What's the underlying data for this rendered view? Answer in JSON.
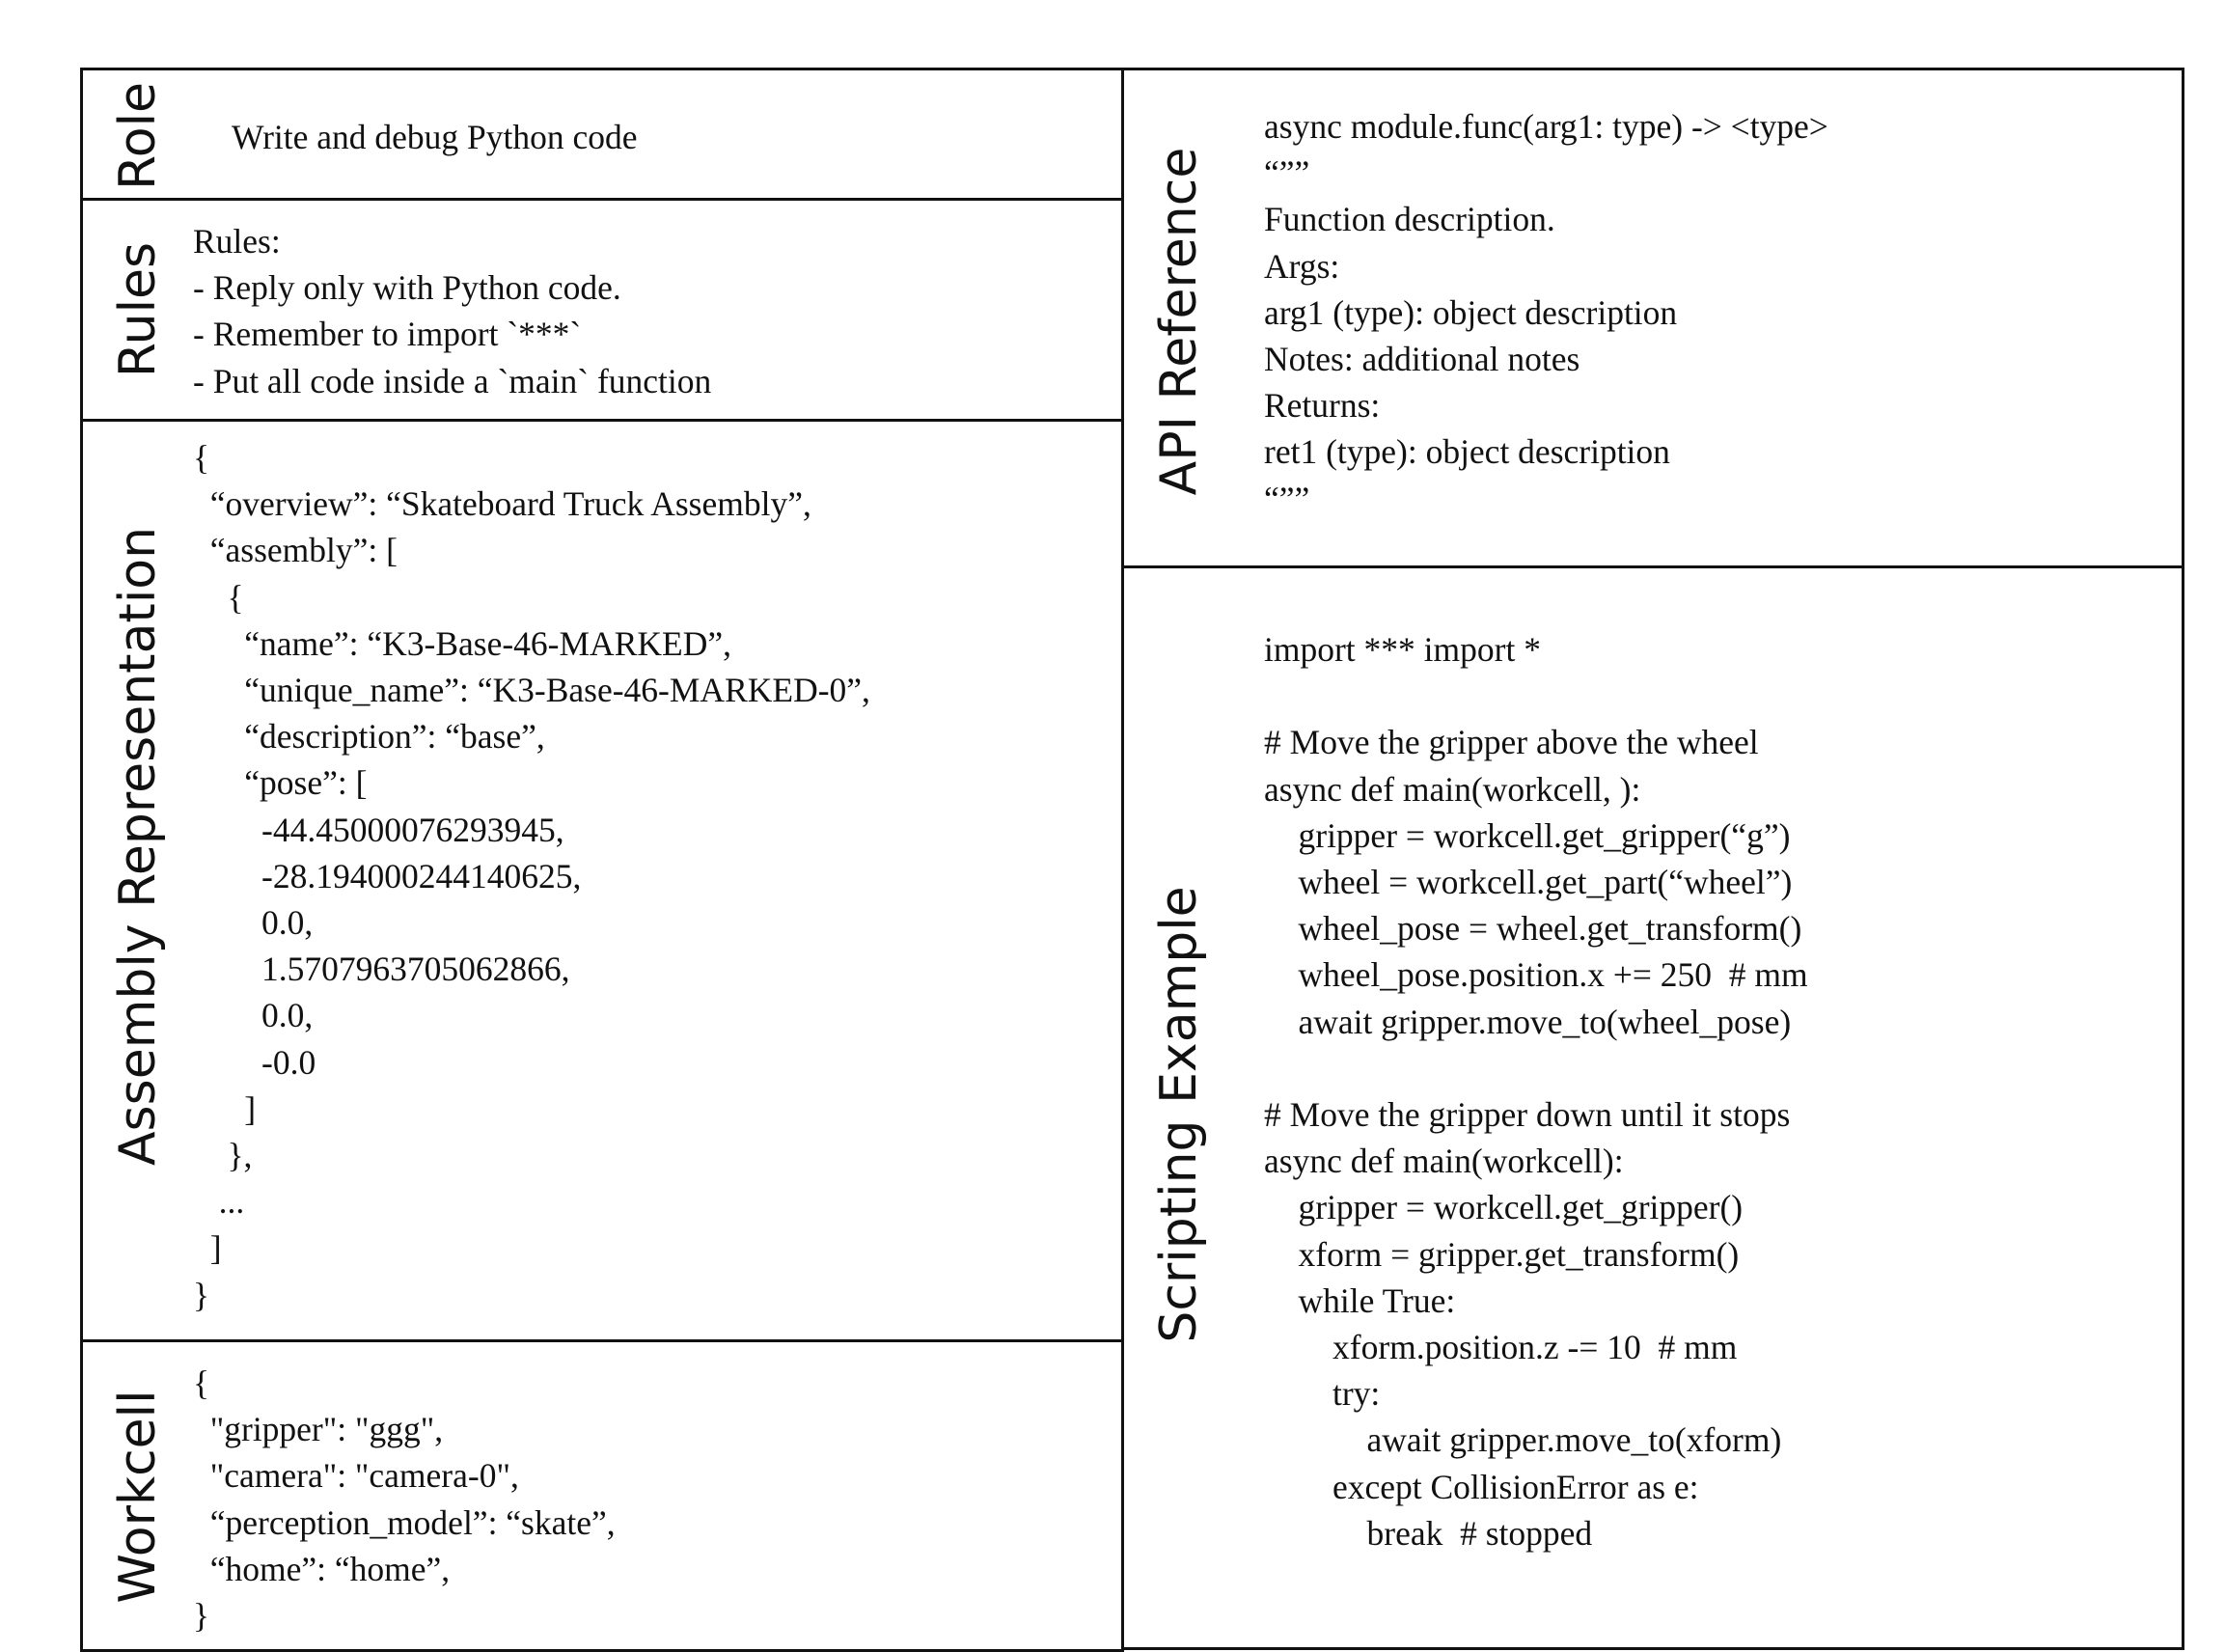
{
  "panels": {
    "role": {
      "label": "Role",
      "text": "Write and debug Python code"
    },
    "rules": {
      "label": "Rules",
      "text": "Rules:\n- Reply only with Python code.\n- Remember to import `***`\n- Put all code inside a `main` function"
    },
    "assembly": {
      "label": "Assembly Representation",
      "text": "{\n  “overview”: “Skateboard Truck Assembly”,\n  “assembly”: [\n    {\n      “name”: “K3-Base-46-MARKED”,\n      “unique_name”: “K3-Base-46-MARKED-0”,\n      “description”: “base”,\n      “pose”: [\n        -44.45000076293945,\n        -28.194000244140625,\n        0.0,\n        1.5707963705062866,\n        0.0,\n        -0.0\n      ]\n    },\n   ...\n  ]\n}"
    },
    "workcell": {
      "label": "Workcell",
      "text": "{\n  \"gripper\": \"ggg\",\n  \"camera\": \"camera-0\",\n  “perception_model”: “skate”,\n  “home”: “home”,\n}"
    },
    "api": {
      "label": "API Reference",
      "text": "async module.func(arg1: type) -> <type>\n“””\nFunction description.\nArgs:\narg1 (type): object description\nNotes: additional notes\nReturns:\nret1 (type): object description\n“””"
    },
    "scripting": {
      "label": "Scripting Example",
      "text": "import *** import *\n\n# Move the gripper above the wheel\nasync def main(workcell, ):\n    gripper = workcell.get_gripper(“g”)\n    wheel = workcell.get_part(“wheel”)\n    wheel_pose = wheel.get_transform()\n    wheel_pose.position.x += 250  # mm\n    await gripper.move_to(wheel_pose)\n\n# Move the gripper down until it stops\nasync def main(workcell):\n    gripper = workcell.get_gripper()\n    xform = gripper.get_transform()\n    while True:\n        xform.position.z -= 10  # mm\n        try:\n            await gripper.move_to(xform)\n        except CollisionError as e:\n            break  # stopped"
    }
  }
}
